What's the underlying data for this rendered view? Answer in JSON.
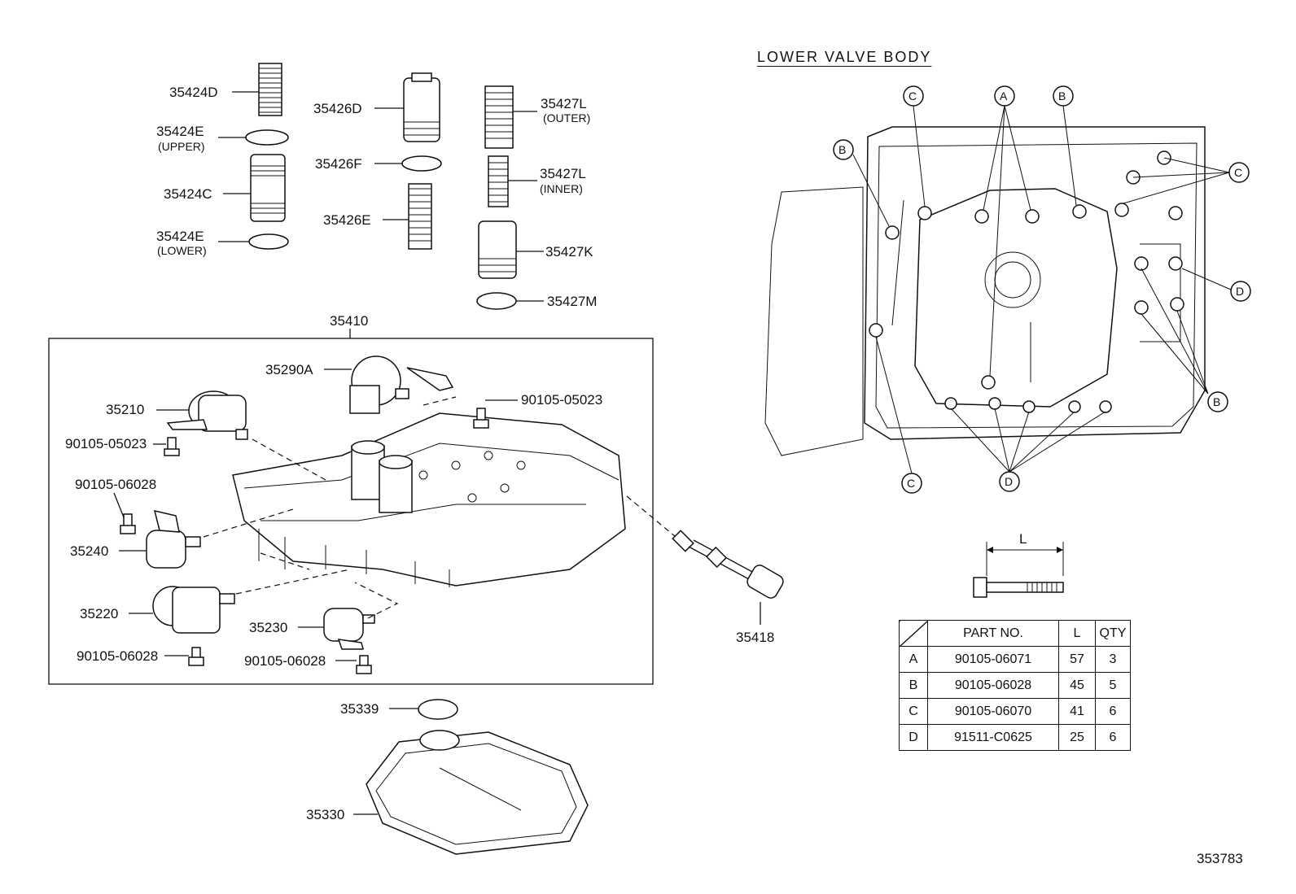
{
  "section_title": "LOWER  VALVE  BODY",
  "diagram_id": "353783",
  "callouts": {
    "p35424D": "35424D",
    "p35424E_upper": "35424E",
    "p35424E_upper_note": "(UPPER)",
    "p35424C": "35424C",
    "p35424E_lower": "35424E",
    "p35424E_lower_note": "(LOWER)",
    "p35426D": "35426D",
    "p35426F": "35426F",
    "p35426E": "35426E",
    "p35427L_outer": "35427L",
    "p35427L_outer_note": "(OUTER)",
    "p35427L_inner": "35427L",
    "p35427L_inner_note": "(INNER)",
    "p35427K": "35427K",
    "p35427M": "35427M",
    "p35410": "35410",
    "p35290A": "35290A",
    "p35210": "35210",
    "p90105_05023_a": "90105-05023",
    "p90105_05023_b": "90105-05023",
    "p90105_06028_a": "90105-06028",
    "p35240": "35240",
    "p35220": "35220",
    "p35230": "35230",
    "p90105_06028_b": "90105-06028",
    "p90105_06028_c": "90105-06028",
    "p35418": "35418",
    "p35339": "35339",
    "p35330": "35330"
  },
  "bolt_markers": {
    "a": "A",
    "b": "B",
    "c": "C",
    "d": "D"
  },
  "bolt_dimension_label": "L",
  "bolt_table": {
    "headers": [
      "",
      "PART NO.",
      "L",
      "QTY"
    ],
    "rows": [
      {
        "key": "A",
        "part_no": "90105-06071",
        "length": "57",
        "qty": "3"
      },
      {
        "key": "B",
        "part_no": "90105-06028",
        "length": "45",
        "qty": "5"
      },
      {
        "key": "C",
        "part_no": "90105-06070",
        "length": "41",
        "qty": "6"
      },
      {
        "key": "D",
        "part_no": "91511-C0625",
        "length": "25",
        "qty": "6"
      }
    ]
  }
}
